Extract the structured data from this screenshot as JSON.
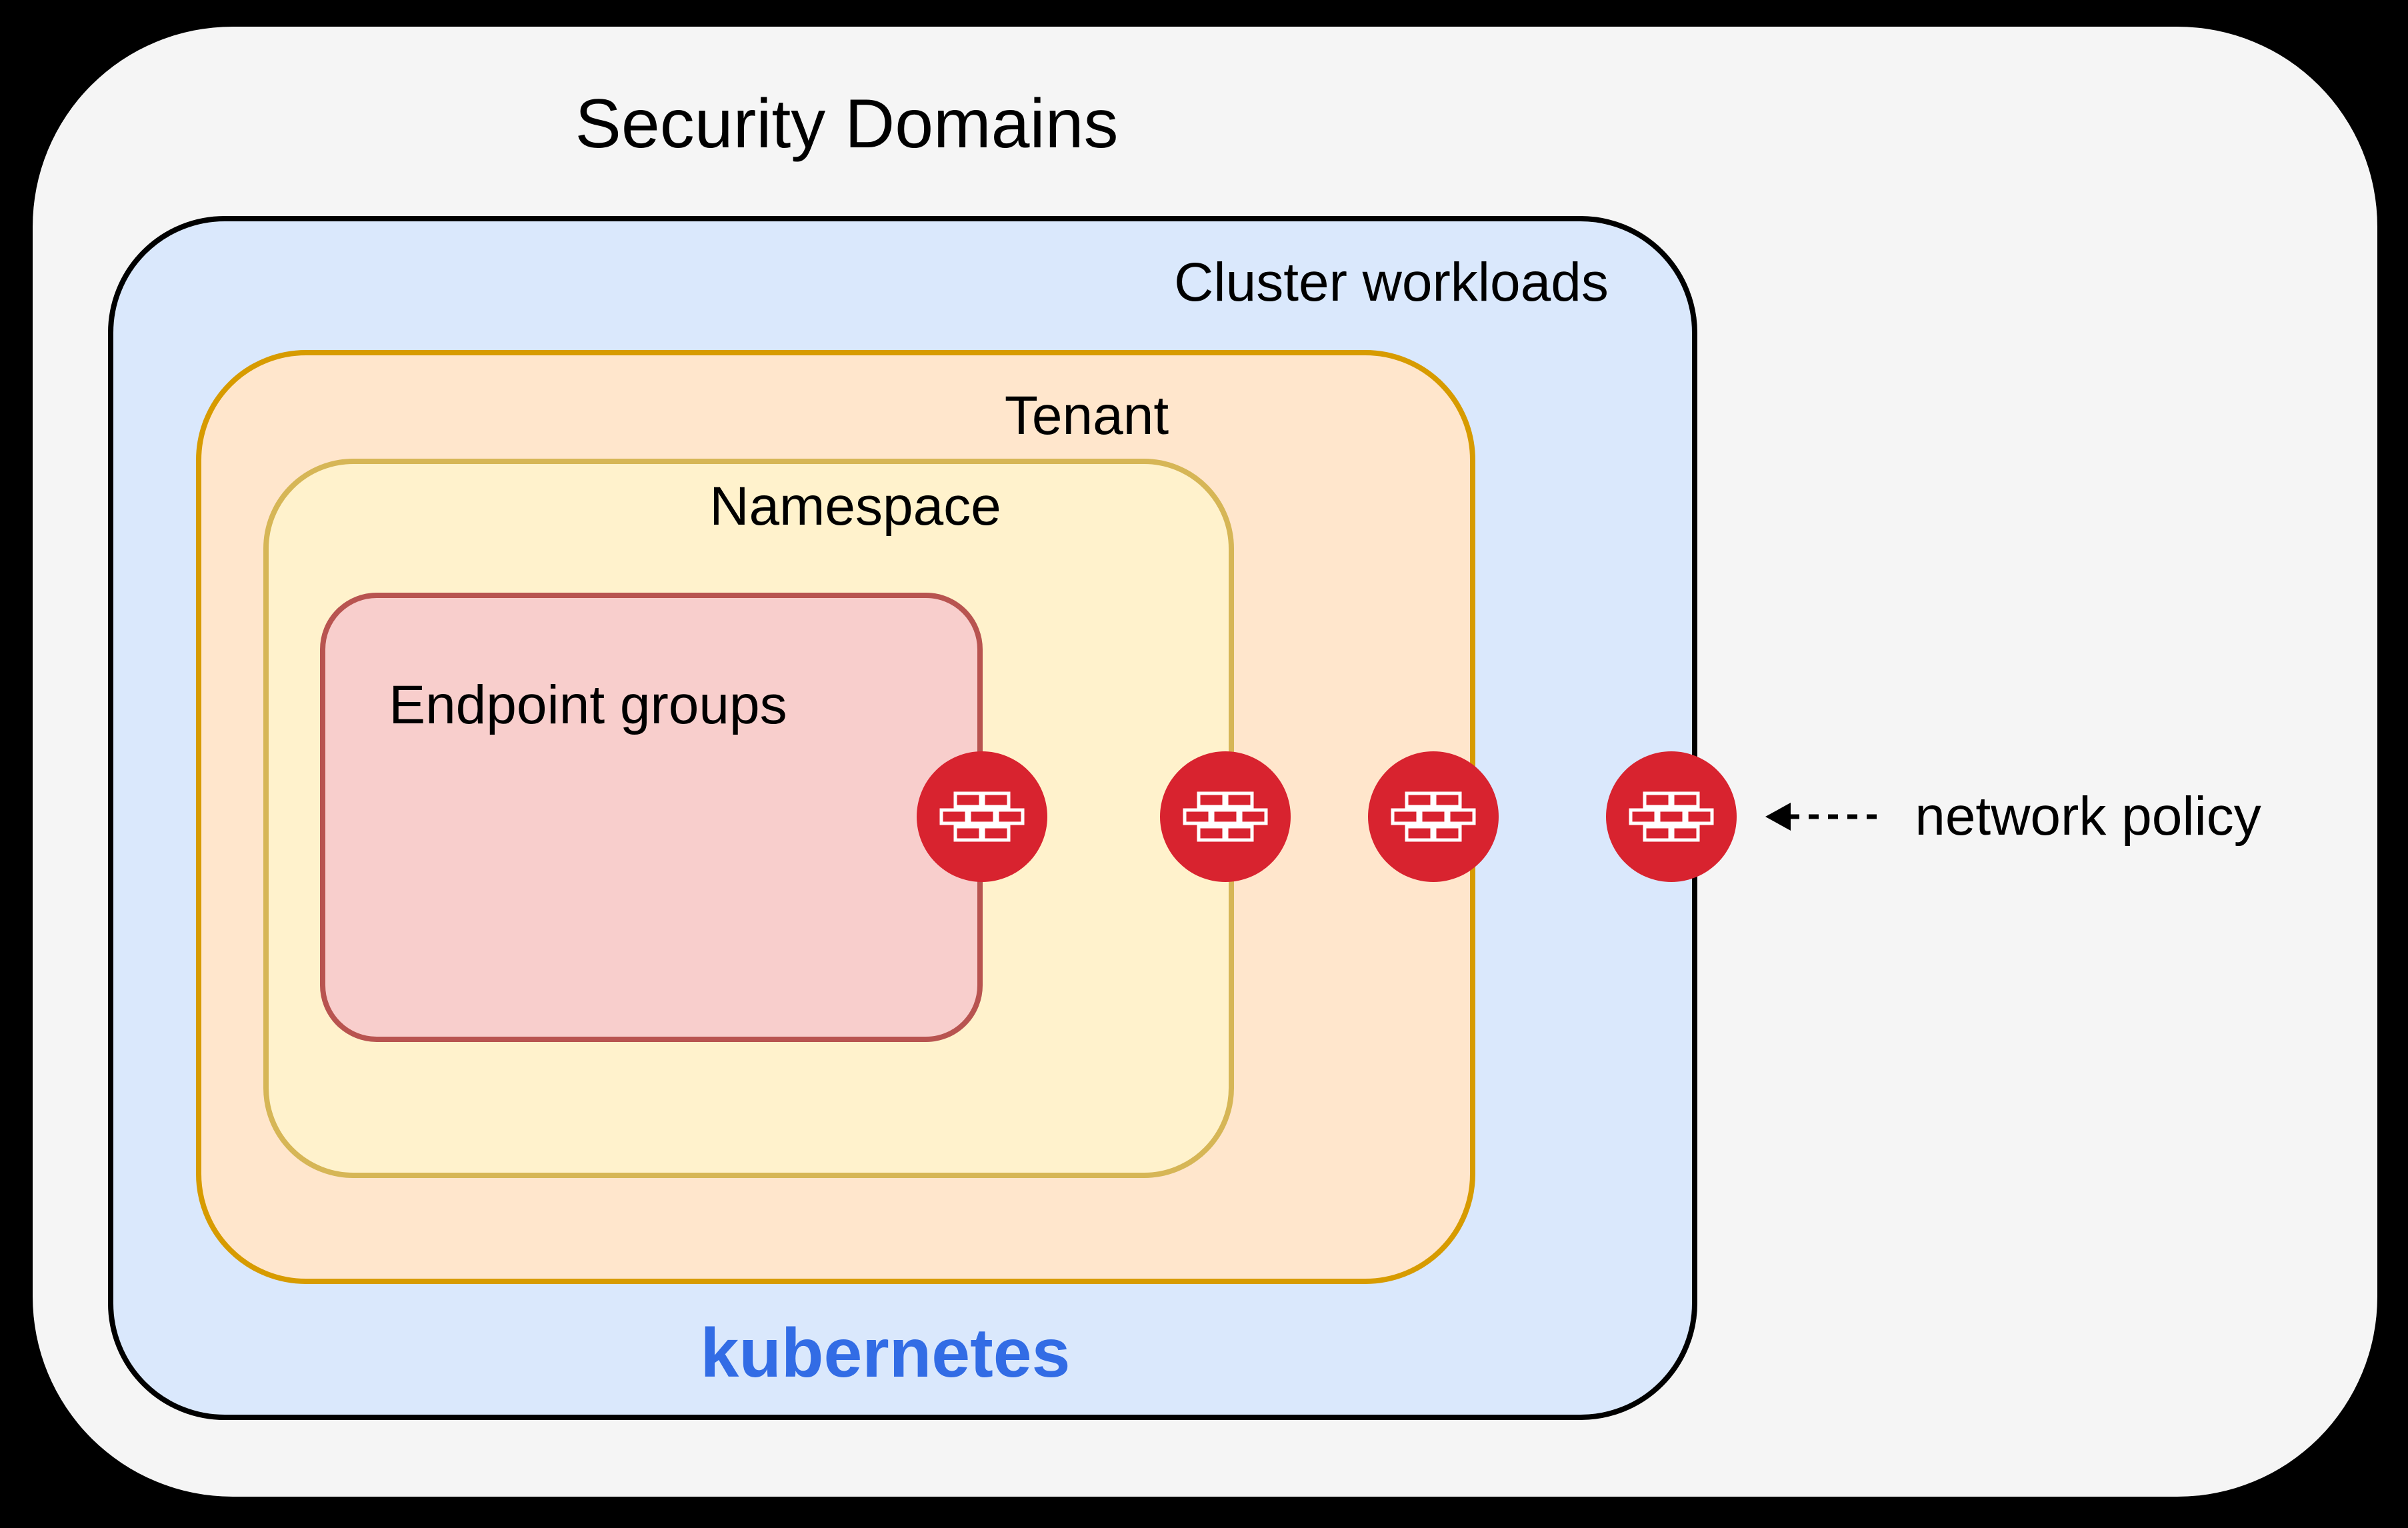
{
  "diagram": {
    "title": "Security Domains",
    "background_color": "#000000",
    "frame_fill": "#f5f5f5",
    "domains": [
      {
        "id": "cluster-workloads",
        "label": "Cluster workloads",
        "fill": "#dae8fc",
        "stroke": "#000000"
      },
      {
        "id": "tenant",
        "label": "Tenant",
        "fill": "#ffe6cc",
        "stroke": "#d79b00"
      },
      {
        "id": "namespace",
        "label": "Namespace",
        "fill": "#fff2cc",
        "stroke": "#d6b656"
      },
      {
        "id": "endpoint-groups",
        "label": "Endpoint groups",
        "fill": "#f8cecc",
        "stroke": "#b85450"
      }
    ],
    "kubernetes": {
      "label": "kubernetes",
      "color": "#326ce5"
    },
    "annotation": {
      "label": "network policy",
      "arrow_style": "dashed-left-arrow"
    },
    "firewalls": {
      "icon": "firewall-brick-wall-icon",
      "color": "#d8232f",
      "brick_outline": "#ffffff",
      "count": 4,
      "placement": "one circle on the right border of each nested domain"
    }
  }
}
